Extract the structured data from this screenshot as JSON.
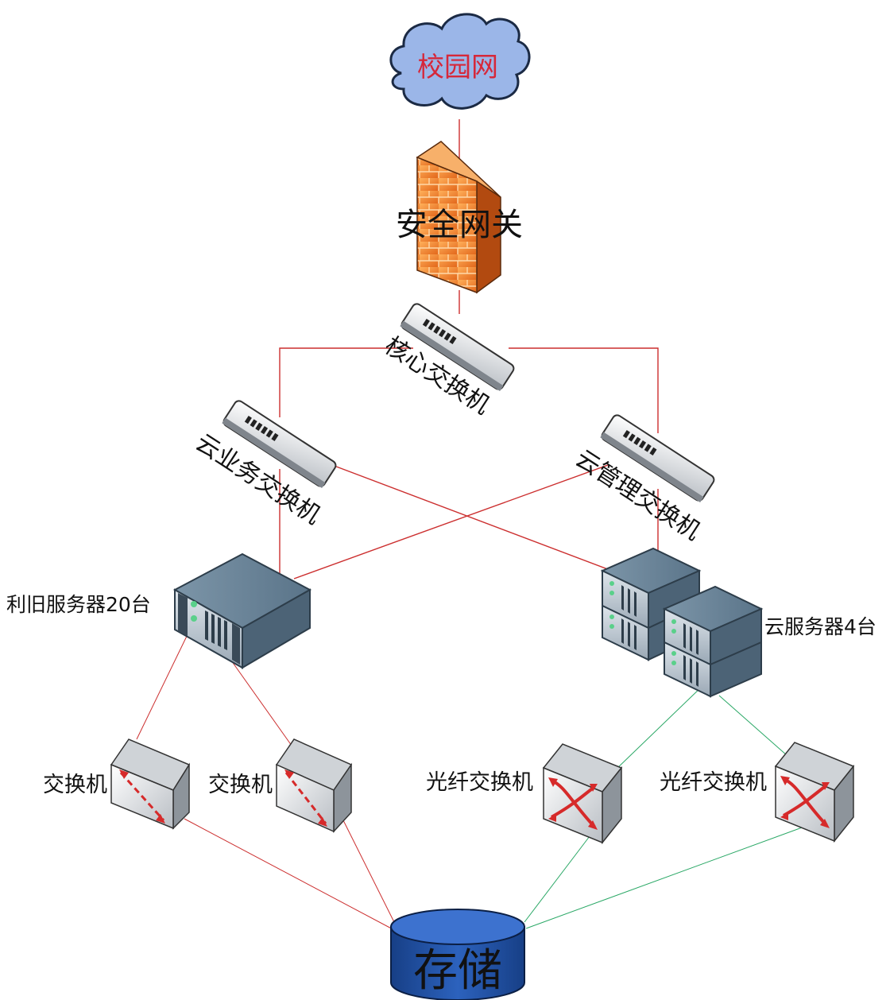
{
  "nodes": {
    "campus_net": "校园网",
    "gateway": "安全网关",
    "core_switch": "核心交换机",
    "cloud_biz_switch": "云业务交换机",
    "cloud_mgmt_switch": "云管理交换机",
    "legacy_servers": "利旧服务器20台",
    "cloud_servers": "云服务器4台",
    "switch_1": "交换机",
    "switch_2": "交换机",
    "fiber_switch_1": "光纤交换机",
    "fiber_switch_2": "光纤交换机",
    "storage": "存储"
  },
  "colors": {
    "copper_link": "#cc2f2f",
    "fiber_link": "#2aa866",
    "cloud_fill": "#9bb6e8",
    "cloud_text": "#d6283a",
    "firewall": "#f08a2e",
    "storage_fill": "#1f4ea0"
  }
}
